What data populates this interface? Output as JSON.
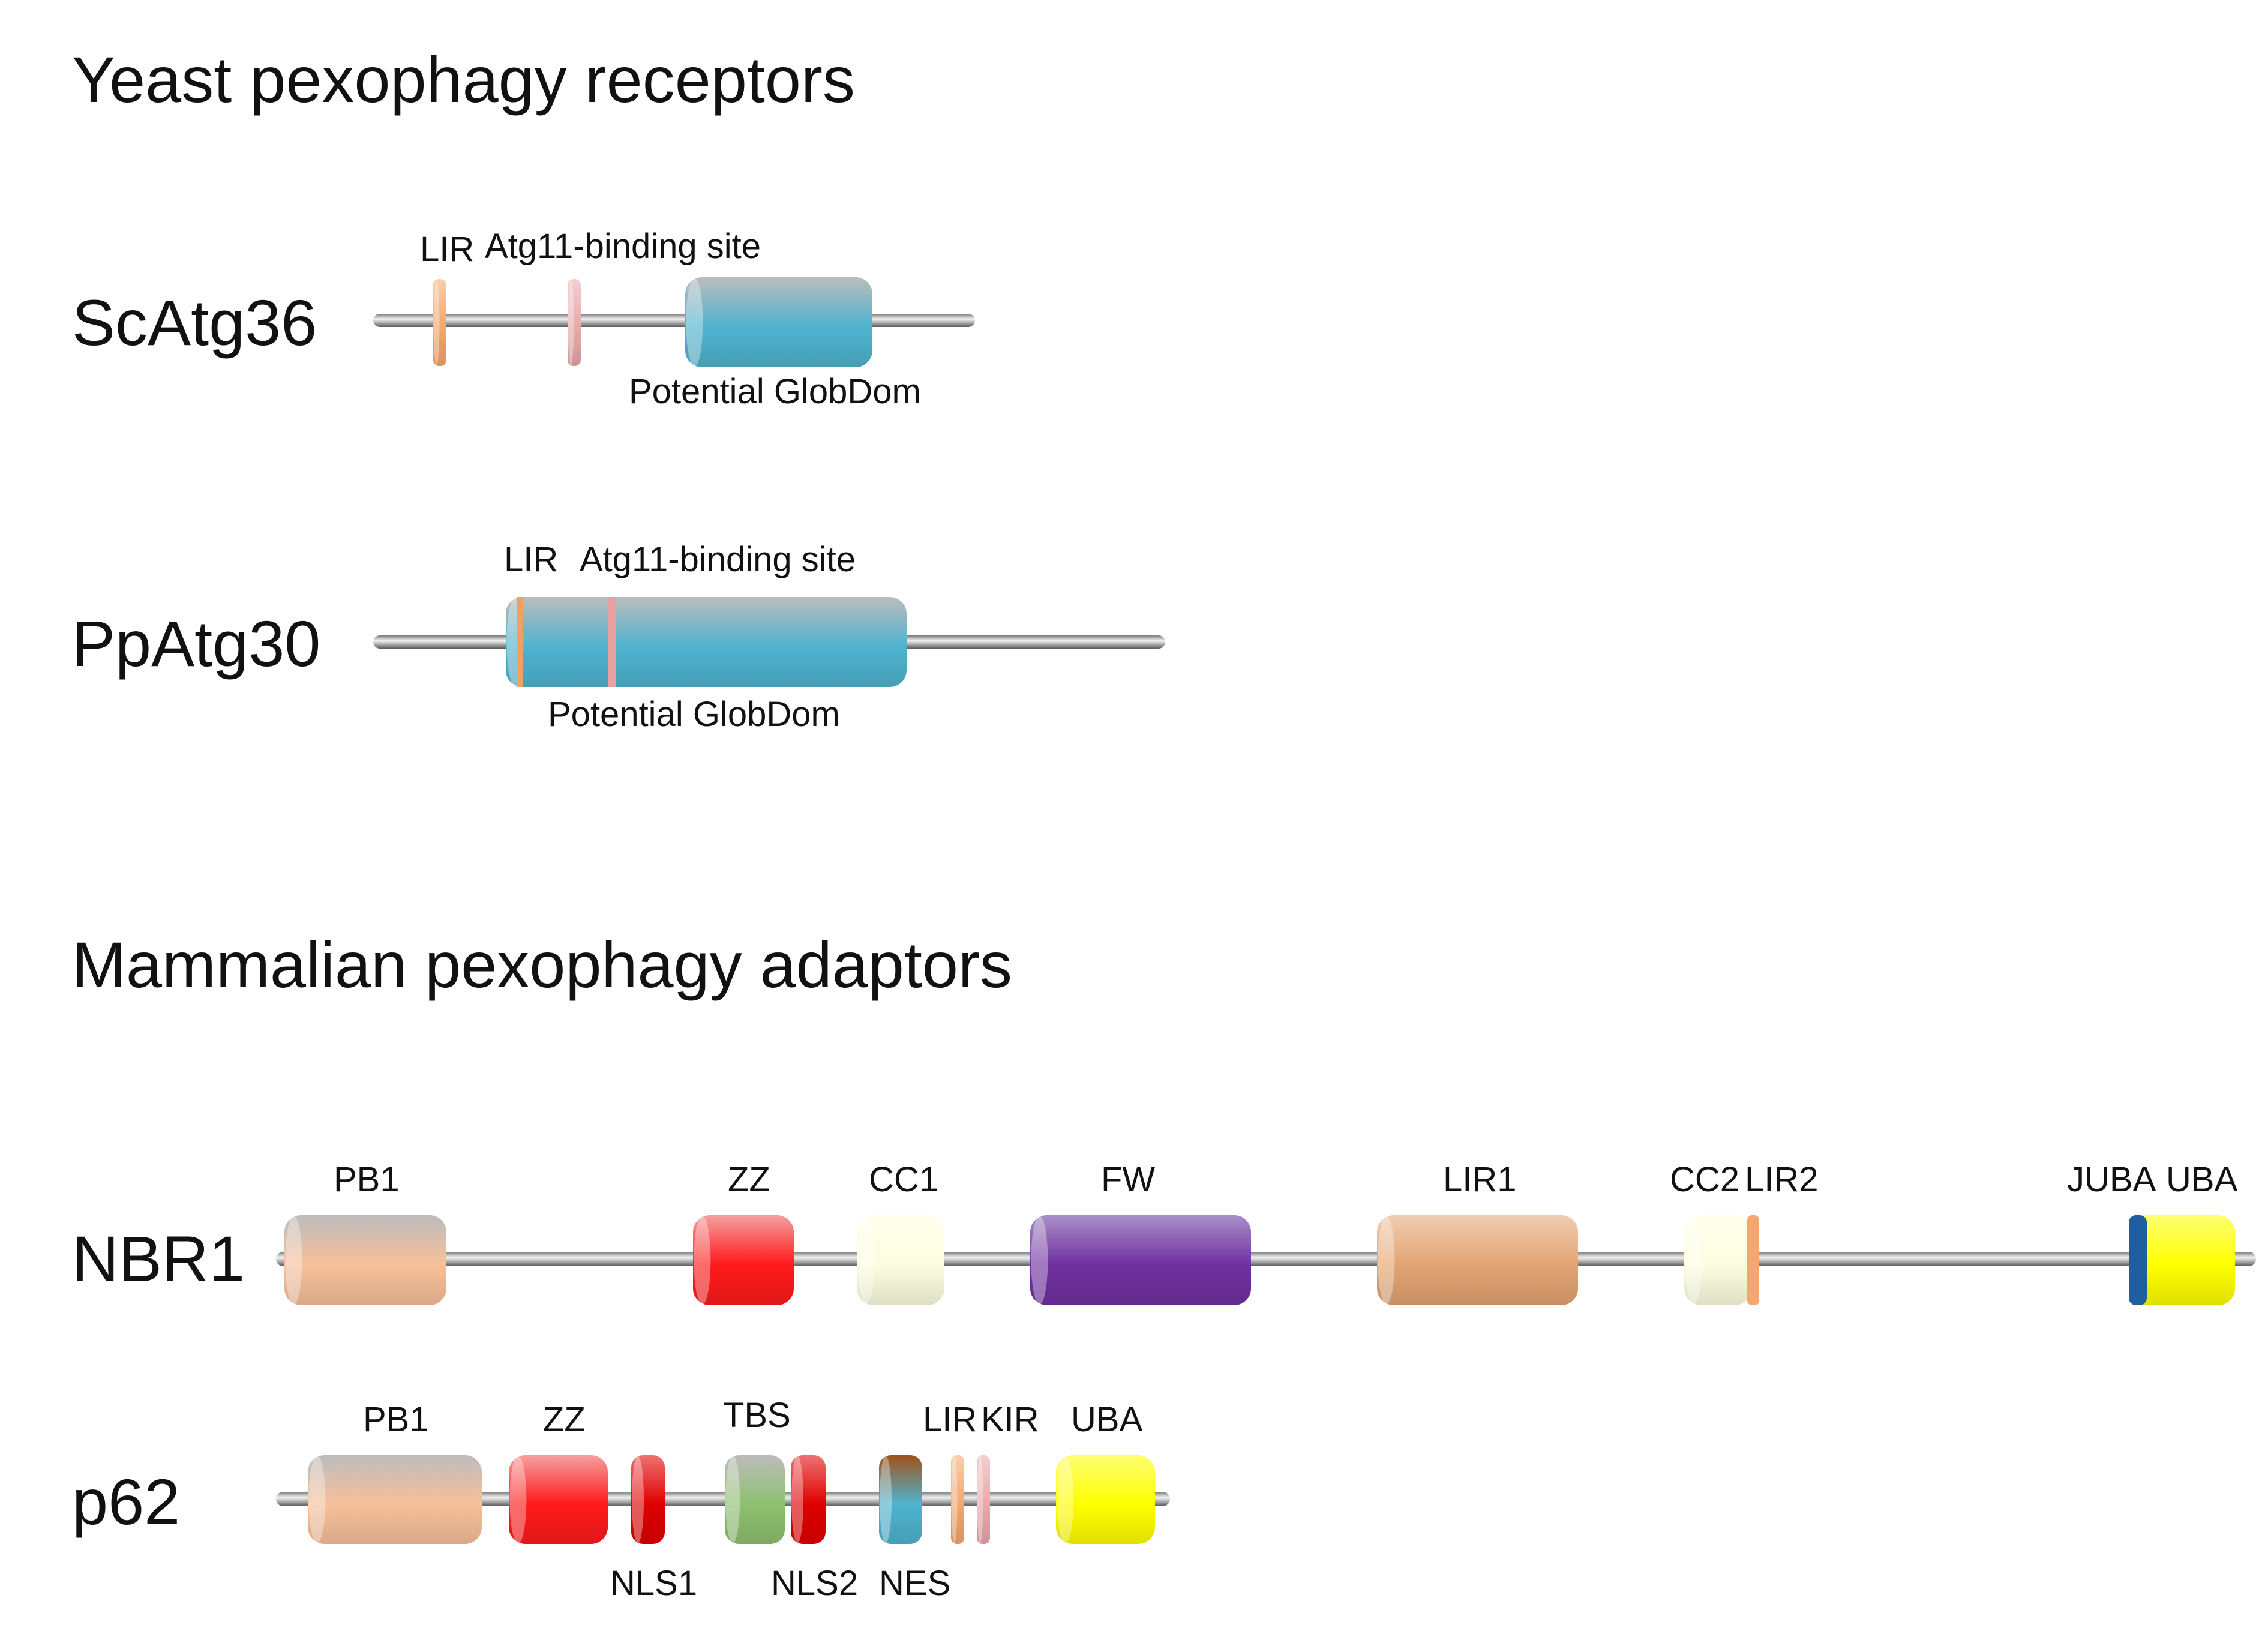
{
  "sections": [
    {
      "title": "Yeast pexophagy receptors"
    },
    {
      "title": "Mammalian pexophagy adaptors"
    }
  ],
  "proteins": [
    {
      "name": "ScAtg36",
      "domains": [
        {
          "label": "LIR",
          "color": "#f4a76e"
        },
        {
          "label": "Atg11-binding site",
          "color": "#e8a9ab"
        },
        {
          "label": "Potential GlobDom",
          "color": "#4fb3cf",
          "color_top": "#bcbcbc"
        }
      ]
    },
    {
      "name": "PpAtg30",
      "domains": [
        {
          "label": "LIR",
          "color": "#f0a060"
        },
        {
          "label": "Atg11-binding site",
          "color": "#e8a0a0"
        },
        {
          "label": "Potential GlobDom",
          "color": "#4fb3cf",
          "color_top": "#bcbcbc"
        }
      ]
    },
    {
      "name": "NBR1",
      "domains": [
        {
          "label": "PB1",
          "color": "#f7c09a",
          "color_top": "#bcbcbc"
        },
        {
          "label": "ZZ",
          "color": "#ff1a1a",
          "color_top": "#f5a0a0"
        },
        {
          "label": "CC1",
          "color": "#fdfde0"
        },
        {
          "label": "FW",
          "color": "#7030a0",
          "color_top": "#a890c8"
        },
        {
          "label": "LIR1",
          "color": "#e3a472"
        },
        {
          "label": "CC2",
          "color": "#fdfde0"
        },
        {
          "label": "LIR2",
          "color": "#f4a76e"
        },
        {
          "label": "JUBA",
          "color": "#1f5fa0"
        },
        {
          "label": "UBA",
          "color": "#ffff00"
        }
      ]
    },
    {
      "name": "p62",
      "domains": [
        {
          "label": "PB1",
          "color": "#f7c09a",
          "color_top": "#bcbcbc"
        },
        {
          "label": "ZZ",
          "color": "#ff1a1a",
          "color_top": "#f5a0a0"
        },
        {
          "label": "NLS1",
          "color": "#e00000"
        },
        {
          "label": "TBS",
          "color": "#8fc070",
          "color_top": "#bcbcbc"
        },
        {
          "label": "NLS2",
          "color": "#e00000"
        },
        {
          "label": "NES",
          "color": "#4fb3cf",
          "color_top": "#a0521a"
        },
        {
          "label": "LIR",
          "color": "#f4a76e"
        },
        {
          "label": "KIR",
          "color": "#e8a9ab"
        },
        {
          "label": "UBA",
          "color": "#ffff00"
        }
      ]
    }
  ]
}
